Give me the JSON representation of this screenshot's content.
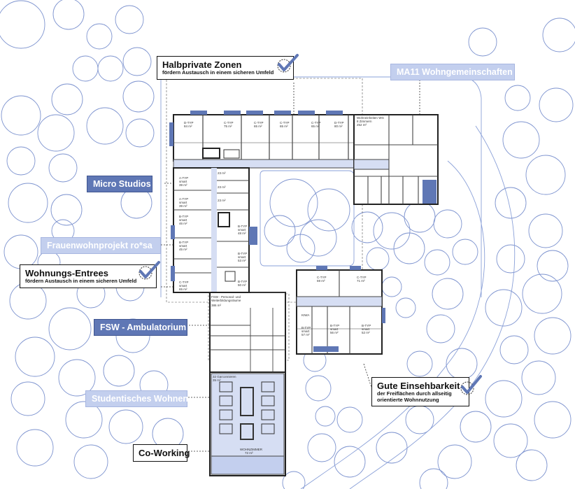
{
  "labels": {
    "halbprivate": {
      "title": "Halbprivate Zonen",
      "sub": "fördern Austausch in einem sicheren Umfeld"
    },
    "ma11": "MA11 Wohngemeinschaften",
    "micro": "Micro Studios",
    "frauen": "Frauenwohnprojekt ro*sa",
    "entrees": {
      "title": "Wohnungs-Entrees",
      "sub": "fördern Austausch in einem sicheren Umfeld"
    },
    "fsw": "FSW - Ambulatorium",
    "studentisch": "Studentisches Wohnen",
    "coworking": "Co-Working",
    "einsehbarkeit": {
      "title": "Gute Einsehbarkeit",
      "sub1": "der Freiflächen durch allseitig",
      "sub2": "orientierte Wohnnutzung"
    }
  },
  "rooms": {
    "d1": [
      "D-TYP",
      "84 m²"
    ],
    "c1": [
      "C-TYP",
      "75 m²"
    ],
    "c2": [
      "C-TYP",
      "65 m²"
    ],
    "c3": [
      "C-TYP",
      "65 m²"
    ],
    "c4": [
      "C-TYP",
      "65 m²"
    ],
    "d2": [
      "D-TYP",
      "80 m²"
    ],
    "wg": [
      "Wohneinheiten WG",
      "8 Zimmern",
      "252 m²"
    ],
    "a1": [
      "A-TYP",
      "smart",
      "39 m²"
    ],
    "a2": [
      "A-TYP",
      "smart",
      "39 m²"
    ],
    "b1": [
      "B-TYP",
      "smart",
      "46 m²"
    ],
    "b2": [
      "B-TYP",
      "smart",
      "48 m²"
    ],
    "b3": [
      "B-TYP",
      "smart",
      "45 m²"
    ],
    "b4": [
      "B-TYP",
      "smart",
      "53 m²"
    ],
    "c5": [
      "C-TYP",
      "smart",
      "65 m²"
    ],
    "b5": [
      "B-TYP",
      "50 m²"
    ],
    "m1": "23 m²",
    "m2": "23 m²",
    "m3": "23 m²",
    "fsw": [
      "FSW - Personal- und",
      "Weiterbildungsräume",
      "386 m²"
    ],
    "ec1": [
      "C-TYP",
      "59 m²"
    ],
    "ec2": [
      "C-TYP",
      "71 m²"
    ],
    "kiwa": "KIWA",
    "eb1": [
      "B-TYP",
      "smart",
      "57 m²"
    ],
    "eb2": [
      "B-TYP",
      "smart",
      "56 m²"
    ],
    "eb3": [
      "B-TYP",
      "smart",
      "52 m²"
    ],
    "stud": [
      "32 Garconnieren",
      "35 m²"
    ],
    "wohn": [
      "WOHNZIMMER",
      "72 m²"
    ]
  },
  "colors": {
    "accent": "#5f77b5",
    "accent_light": "#c3cfee",
    "tree": "#6c85c9",
    "wall": "#333333"
  }
}
